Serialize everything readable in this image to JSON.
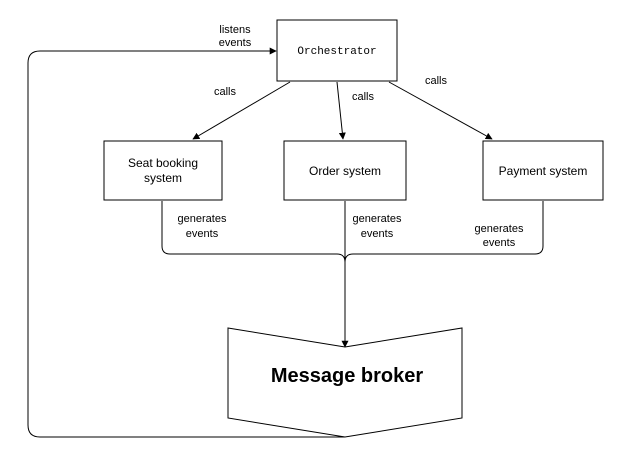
{
  "nodes": {
    "orchestrator": "Orchestrator",
    "seat_booking_line1": "Seat booking",
    "seat_booking_line2": "system",
    "order": "Order system",
    "payment": "Payment system",
    "broker": "Message broker"
  },
  "edges": {
    "listens_line1": "listens",
    "listens_line2": "events",
    "calls_left": "calls",
    "calls_middle": "calls",
    "calls_right": "calls",
    "gen_left_1": "generates",
    "gen_left_2": "events",
    "gen_mid_1": "generates",
    "gen_mid_2": "events",
    "gen_right_1": "generates",
    "gen_right_2": "events"
  }
}
